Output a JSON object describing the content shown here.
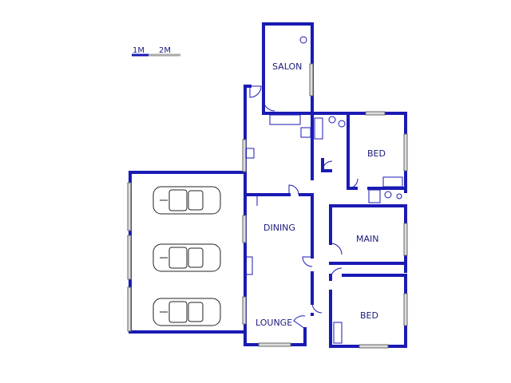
{
  "scale": {
    "label_1": "1M",
    "label_2": "2M"
  },
  "rooms": {
    "salon": "SALON",
    "bed_top": "BED",
    "dining": "DINING",
    "main": "MAIN",
    "lounge": "LOUNGE",
    "bed_bottom": "BED"
  },
  "colors": {
    "wall": "#1a1ab4",
    "label": "#1a1a7a"
  }
}
